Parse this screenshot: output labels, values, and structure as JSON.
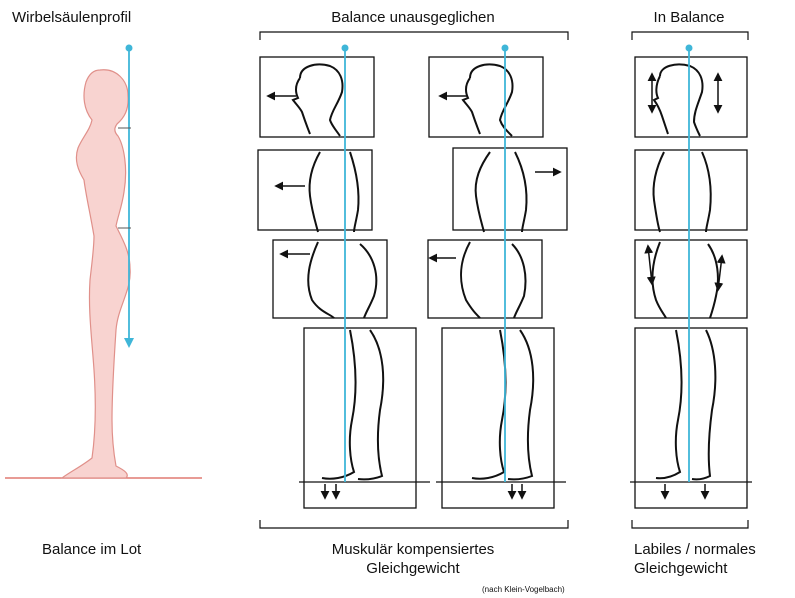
{
  "titles": {
    "profile": "Wirbelsäulenprofil",
    "unbalanced": "Balance unausgeglichen",
    "balanced": "In Balance"
  },
  "captions": {
    "plumb": "Balance im Lot",
    "muscular_line1": "Muskulär kompensiertes",
    "muscular_line2": "Gleichgewicht",
    "labile_line1": "Labiles / normales",
    "labile_line2": "Gleichgewicht"
  },
  "credit": "(nach Klein-Vogelbach)",
  "colors": {
    "plumb_line": "#3fb6d8",
    "body_fill": "#f8d3d0",
    "body_stroke": "#e0908a",
    "ground_line": "#e07a72",
    "outline": "#111111"
  }
}
